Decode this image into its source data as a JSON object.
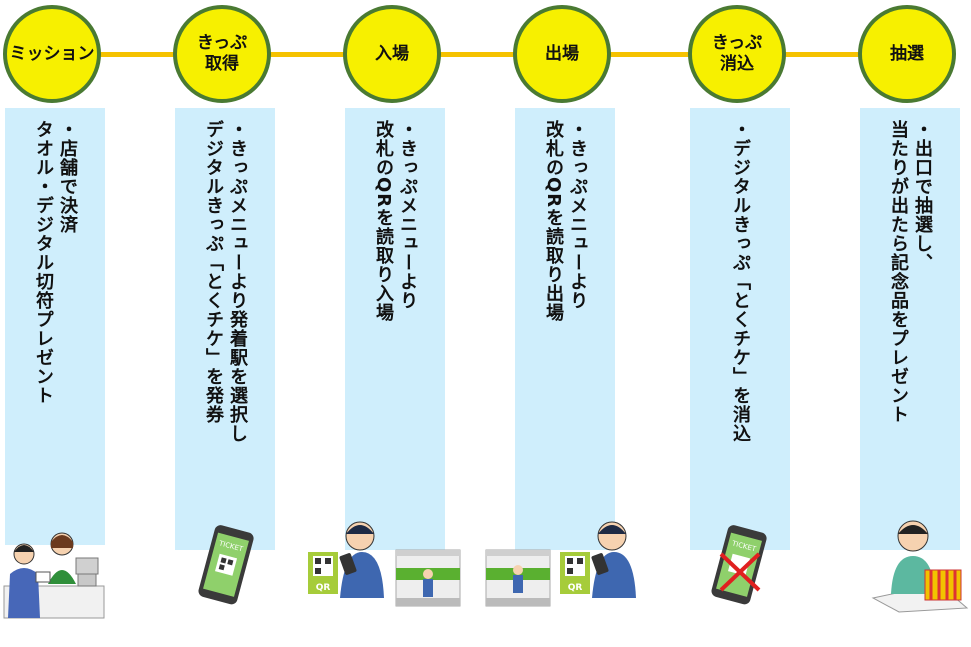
{
  "colors": {
    "timeline": "#f5c200",
    "circle_fill": "#f7f000",
    "circle_border": "#4a7a32",
    "panel": "#cfeefc"
  },
  "steps": [
    {
      "title": "ミッション",
      "description": "・店舗で決済\nタオル・デジタル切符プレゼント",
      "illustration": "shop-counter-icon"
    },
    {
      "title": "きっぷ\n取得",
      "description": "・きっぷメニューより発着駅を選択し\nデジタルきっぷ「とくチケ」を発券",
      "illustration": "smartphone-ticket-icon"
    },
    {
      "title": "入場",
      "description": "・きっぷメニューより\n改札のQRを読取り入場",
      "illustration": "qr-scan-entry-icon"
    },
    {
      "title": "出場",
      "description": "・きっぷメニューより\n改札のQRを読取り出場",
      "illustration": "qr-scan-exit-icon"
    },
    {
      "title": "きっぷ\n消込",
      "description": "・デジタルきっぷ「とくチケ」を消込",
      "illustration": "cancelled-ticket-icon"
    },
    {
      "title": "抽選",
      "description": "・出口で抽選し、\n当たりが出たら記念品をプレゼント",
      "illustration": "prize-box-icon"
    }
  ],
  "labels": {
    "ticket": "TICKET",
    "qr": "QR"
  }
}
